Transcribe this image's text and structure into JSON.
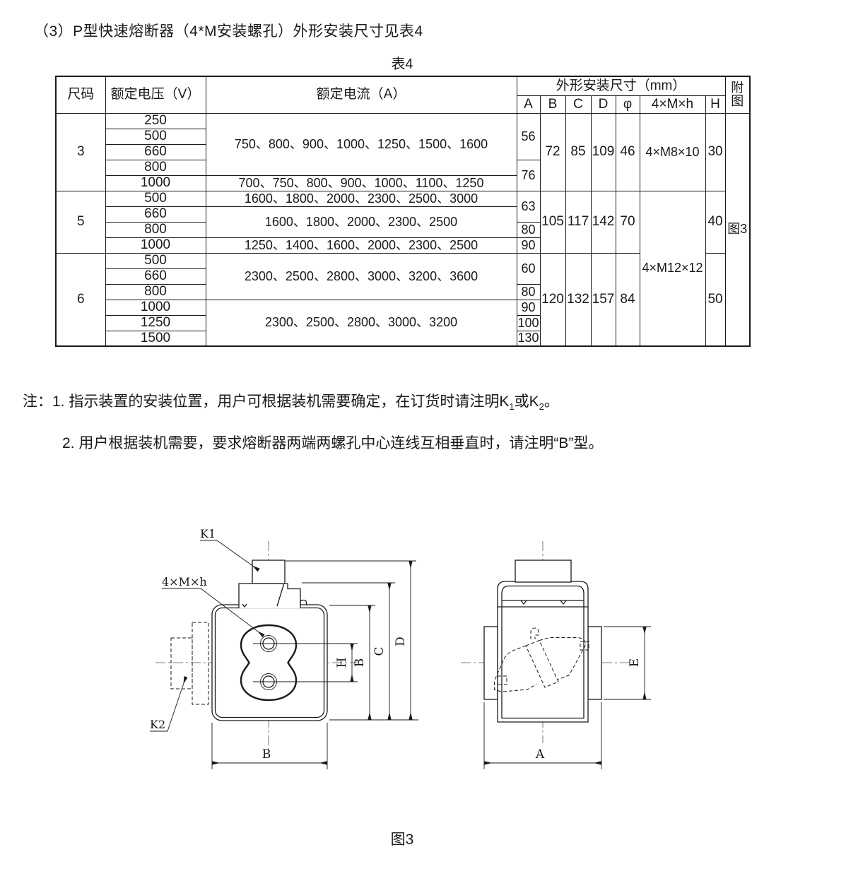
{
  "page": {
    "heading": "（3）P型快速熔断器（4*M安装螺孔）外形安装尺寸见表4",
    "table_caption": "表4",
    "figure_caption": "图3"
  },
  "table": {
    "header": {
      "size_code": "尺码",
      "rated_voltage": "额定电压（V）",
      "rated_current": "额定电流（A）",
      "dims_group": "外形安装尺寸（mm）",
      "figure_col": "附图",
      "dim_cols": [
        "A",
        "B",
        "C",
        "D",
        "φ",
        "4×M×h",
        "H"
      ]
    },
    "figure_ref": "图3",
    "m_shared": "4×M12×12",
    "g3": {
      "size": "3",
      "v": [
        "250",
        "500",
        "660",
        "800",
        "1000"
      ],
      "c1": "750、800、900、1000、1250、1500、1600",
      "c2": "700、750、800、900、1000、1100、1250",
      "a1": "56",
      "a2": "76",
      "b": "72",
      "c": "85",
      "d": "109",
      "phi": "46",
      "m": "4×M8×10",
      "h": "30"
    },
    "g5": {
      "size": "5",
      "v": [
        "500",
        "660",
        "800",
        "1000"
      ],
      "c1": "1600、1800、2000、2300、2500、3000",
      "c2": "1600、1800、2000、2300、2500",
      "c3": "1250、1400、1600、2000、2300、2500",
      "a1": "63",
      "a2": "80",
      "a3": "90",
      "b": "105",
      "c": "117",
      "d": "142",
      "phi": "70",
      "h": "40"
    },
    "g6": {
      "size": "6",
      "v": [
        "500",
        "660",
        "800",
        "1000",
        "1250",
        "1500"
      ],
      "c1": "2300、2500、2800、3000、3200、3600",
      "c2": "2300、2500、2800、3000、3200",
      "a1": "60",
      "a2": "80",
      "a3": "90",
      "a4": "100",
      "a5": "130",
      "b": "120",
      "c": "132",
      "d": "157",
      "phi": "84",
      "h": "50"
    }
  },
  "notes": {
    "label": "注：",
    "n1_no": "1.",
    "n1_pre": "指示装置的安装位置，用户可根据装机需要确定，在订货时请注明K",
    "n1_sub1": "1",
    "n1_mid": "或K",
    "n1_sub2": "2",
    "n1_post": "。",
    "n2_no": "2.",
    "n2_text": "用户根据装机需要，要求熔断器两端两螺孔中心连线互相垂直时，请注明“B”型。"
  },
  "drawing": {
    "front": {
      "k1": "K1",
      "k2": "K2",
      "mxh": "4×M×h",
      "dim_h": "H",
      "dim_b_right": "B",
      "dim_c": "C",
      "dim_d": "D",
      "dim_b_bottom": "B"
    },
    "side": {
      "dim_a": "A",
      "dim_e": "E"
    }
  }
}
